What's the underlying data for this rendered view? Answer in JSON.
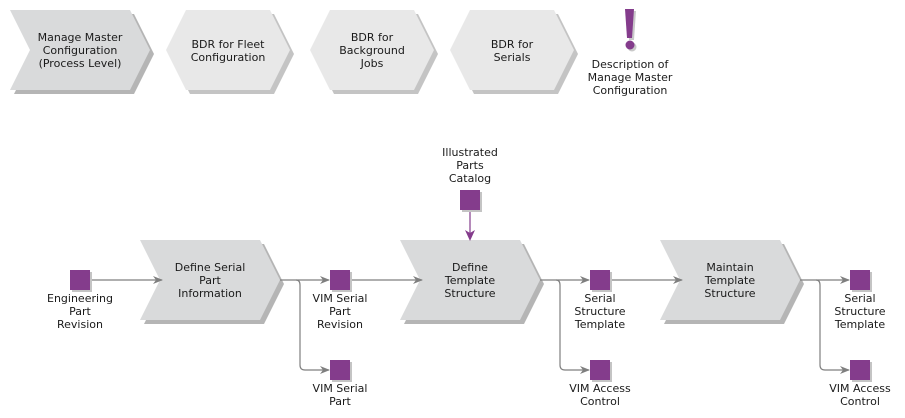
{
  "colors": {
    "process_fill": "#d9dadb",
    "hexagon_fill": "#e8e8e8",
    "shadow": "#b5b5b5",
    "object_fill": "#843c8c",
    "connector": "#7f7f7f",
    "info_connector": "#843c8c",
    "text": "#1a1a1a"
  },
  "top_row": {
    "process_level": {
      "label": "Manage Master\nConfiguration\n(Process Level)"
    },
    "hexagons": [
      {
        "label": "BDR for Fleet\nConfiguration"
      },
      {
        "label": "BDR for\nBackground\nJobs"
      },
      {
        "label": "BDR for\nSerials"
      }
    ],
    "description": {
      "icon": "exclamation-icon",
      "label": "Description of\nManage Master\nConfiguration"
    }
  },
  "process_flow": {
    "functions": [
      {
        "label": "Define Serial\nPart\nInformation"
      },
      {
        "label": "Define\nTemplate\nStructure"
      },
      {
        "label": "Maintain\nTemplate\nStructure"
      }
    ],
    "objects": [
      {
        "id": "engineering-part-revision",
        "label": "Engineering\nPart\nRevision"
      },
      {
        "id": "vim-serial-part-revision",
        "label": "VIM Serial\nPart\nRevision"
      },
      {
        "id": "vim-serial-part",
        "label": "VIM Serial\nPart"
      },
      {
        "id": "illustrated-parts-catalog",
        "label": "Illustrated\nParts\nCatalog"
      },
      {
        "id": "serial-structure-template-1",
        "label": "Serial\nStructure\nTemplate"
      },
      {
        "id": "vim-access-control-1",
        "label": "VIM Access\nControl"
      },
      {
        "id": "serial-structure-template-2",
        "label": "Serial\nStructure\nTemplate"
      },
      {
        "id": "vim-access-control-2",
        "label": "VIM Access\nControl"
      }
    ]
  }
}
